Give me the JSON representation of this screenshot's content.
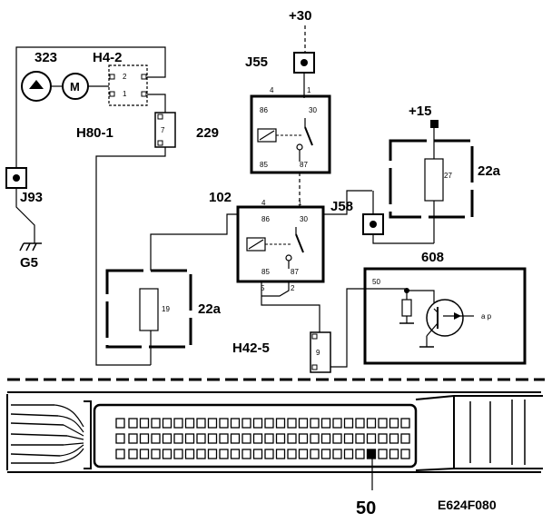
{
  "labels": {
    "plus30": "+30",
    "j55": "J55",
    "c323": "323",
    "h4_2": "H4-2",
    "h80_1": "H80-1",
    "c229": "229",
    "j93": "J93",
    "g5": "G5",
    "c102": "102",
    "j58": "J58",
    "plus15": "+15",
    "c22a_top": "22a",
    "c22a_left": "22a",
    "c608": "608",
    "h42_5": "H42-5",
    "c50": "50",
    "ref": "E624F080"
  },
  "pins": {
    "r1_4": "4",
    "r1_1": "1",
    "r1_86": "86",
    "r1_30": "30",
    "r1_85": "85",
    "r1_87": "87",
    "r2_4": "4",
    "r2_1": "1",
    "r2_86": "86",
    "r2_30": "30",
    "r2_85": "85",
    "r2_87": "87",
    "r2_5": "5",
    "r2_2": "2",
    "h4_p2": "2",
    "h4_p1": "1",
    "h80_p7": "7",
    "fuse27": "27",
    "fuse19": "19",
    "h42_p9": "9",
    "ecu_50": "50",
    "ecu_ap": "a p"
  },
  "icons": [
    "motor-symbol",
    "relay-symbol",
    "transistor-symbol",
    "ground-symbol",
    "connector-strip"
  ]
}
